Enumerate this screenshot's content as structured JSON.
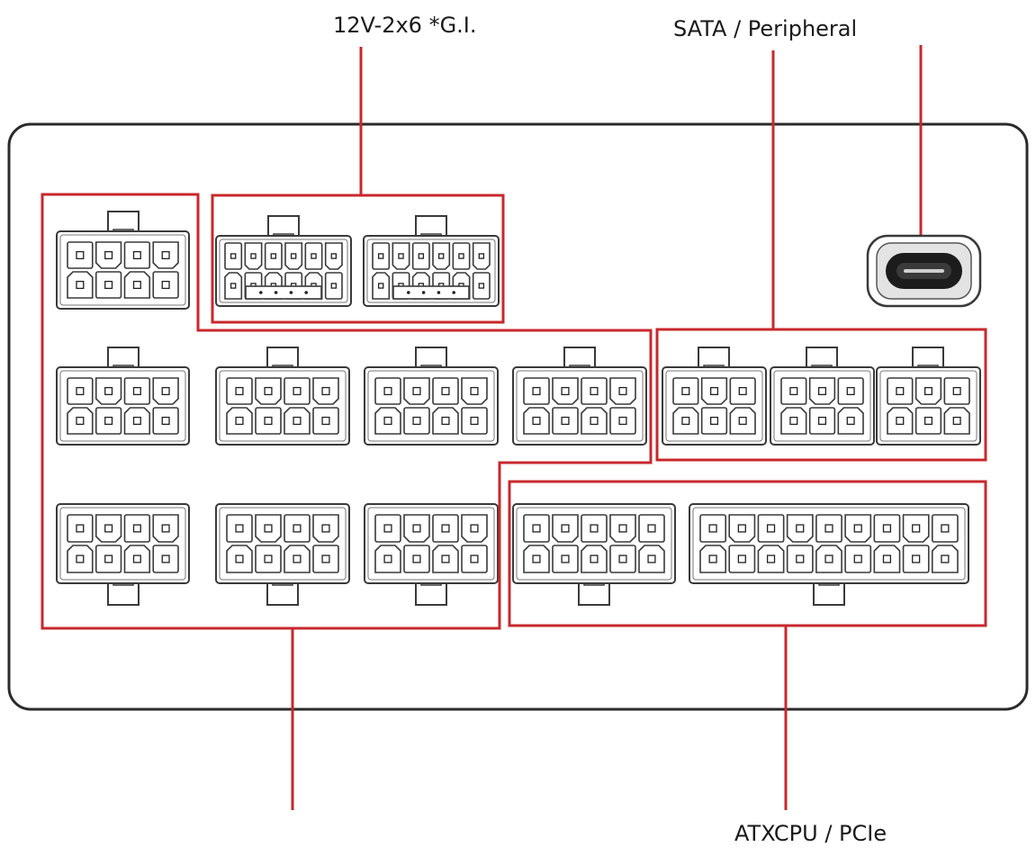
{
  "labels": {
    "gpu_connector": "12V-2x6 *G.I.",
    "sata_peripheral": "SATA / Peripheral",
    "atx_cpu_pcie": "ATXCPU / PCIe"
  },
  "colors": {
    "panel_stroke": "#2b2b2b",
    "connector_stroke": "#3a3a3a",
    "highlight": "#c8282d",
    "usb_body": "#d0d0d0",
    "usb_port": "#1c1c1c",
    "label_text": "#1a1a1a"
  },
  "icons": {
    "usb_port": "usb-c-port-icon"
  }
}
